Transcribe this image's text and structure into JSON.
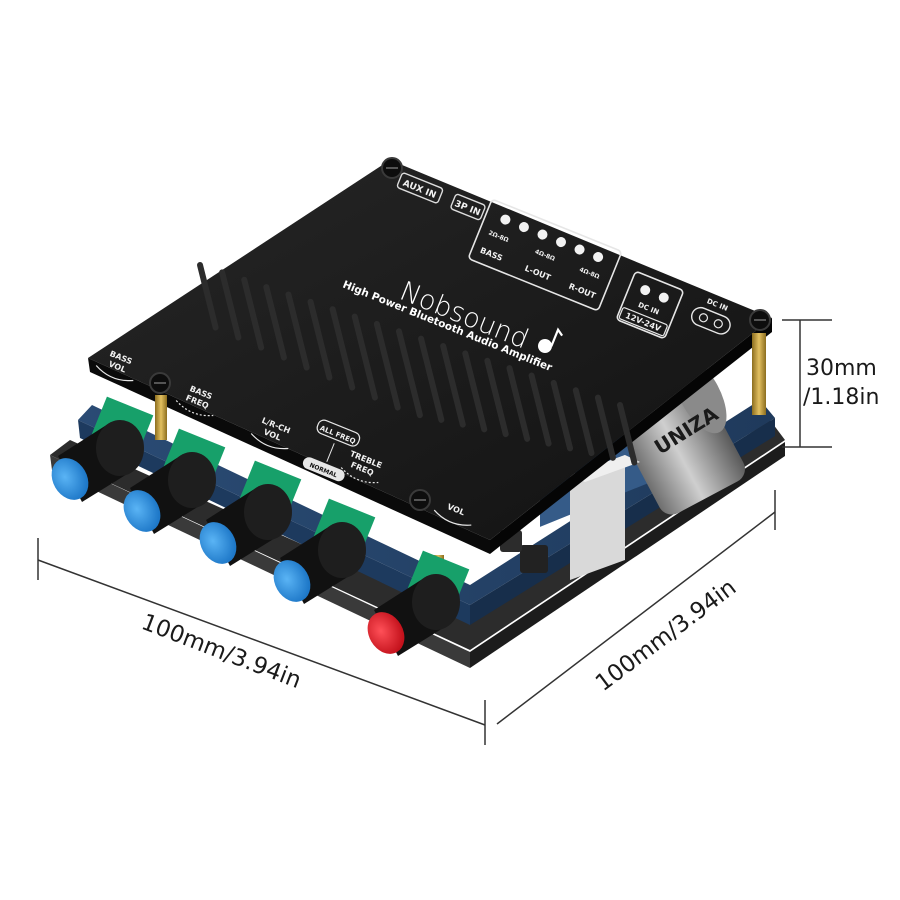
{
  "product": {
    "brand": "Nobsound",
    "tagline": "High Power Bluetooth Audio Amplifier",
    "colors": {
      "board": "#1b1b1b",
      "board_edge": "#0c0c0c",
      "pcb": "#2b4f7a",
      "knob_body": "#111111",
      "knob_cap_blue": "#2a8fe0",
      "knob_cap_red": "#e0202a",
      "pot_green": "#17a06a",
      "standoff": "#c9a33c"
    }
  },
  "board_labels": {
    "aux_in": "AUX IN",
    "sp_in": "3P IN",
    "bass_out": "BASS",
    "l_out": "L-OUT",
    "r_out": "R-OUT",
    "bass_imp": "2Ω-8Ω",
    "l_imp": "4Ω-8Ω",
    "r_imp": "4Ω-8Ω",
    "dc_in_block": "DC IN",
    "voltage": "12V-24V",
    "dc_in_jack": "DC IN",
    "cap_text": "UNIZA"
  },
  "control_labels": {
    "bass_vol_1": "BASS",
    "bass_vol_2": "VOL",
    "bass_freq_1": "BASS",
    "bass_freq_2": "FREQ",
    "lrch_vol_1": "L/R-CH",
    "lrch_vol_2": "VOL",
    "all_freq": "ALL FREQ",
    "normal": "NORMAL",
    "treble_freq_1": "TREBLE",
    "treble_freq_2": "FREQ",
    "vol": "VOL",
    "minus": "-",
    "plus": "+"
  },
  "dimensions": {
    "width": "100mm/3.94in",
    "depth": "100mm/3.94in",
    "height_mm": "30mm",
    "height_in": "/1.18in"
  }
}
